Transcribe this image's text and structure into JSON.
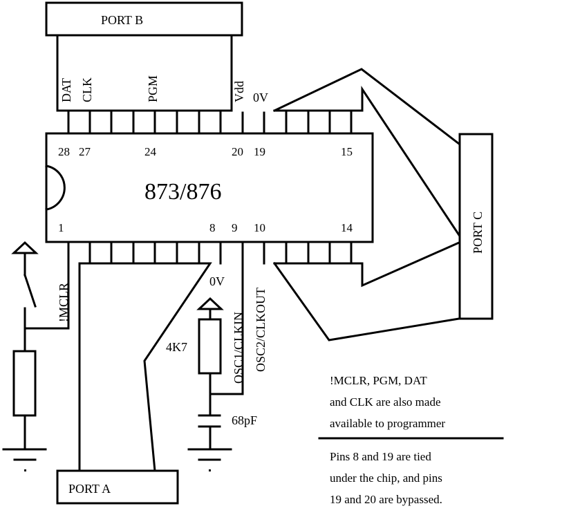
{
  "ports": {
    "port_b": "PORT B",
    "port_a": "PORT A",
    "port_c": "PORT C"
  },
  "chip": {
    "name": "873/876",
    "top_pins": [
      "28",
      "27",
      "24",
      "20",
      "19",
      "15"
    ],
    "bottom_pins": [
      "1",
      "8",
      "9",
      "10",
      "14"
    ]
  },
  "signals": {
    "dat": "DAT",
    "clk": "CLK",
    "pgm": "PGM",
    "vdd": "Vdd",
    "zero_v_top": "0V",
    "mclr": "!MCLR",
    "zero_v_bottom": "0V",
    "osc1": "OSC1/CLKIN",
    "osc2": "OSC2/CLKOUT"
  },
  "components": {
    "resistor": "4K7",
    "capacitor": "68pF"
  },
  "notes": {
    "block1": [
      "!MCLR, PGM, DAT",
      "and CLK are also made",
      "available to programmer"
    ],
    "block2": [
      "Pins 8 and 19 are tied",
      "under the chip, and pins",
      "19 and 20 are bypassed."
    ]
  },
  "colors": {
    "ink": "#000000",
    "background": "#ffffff"
  }
}
